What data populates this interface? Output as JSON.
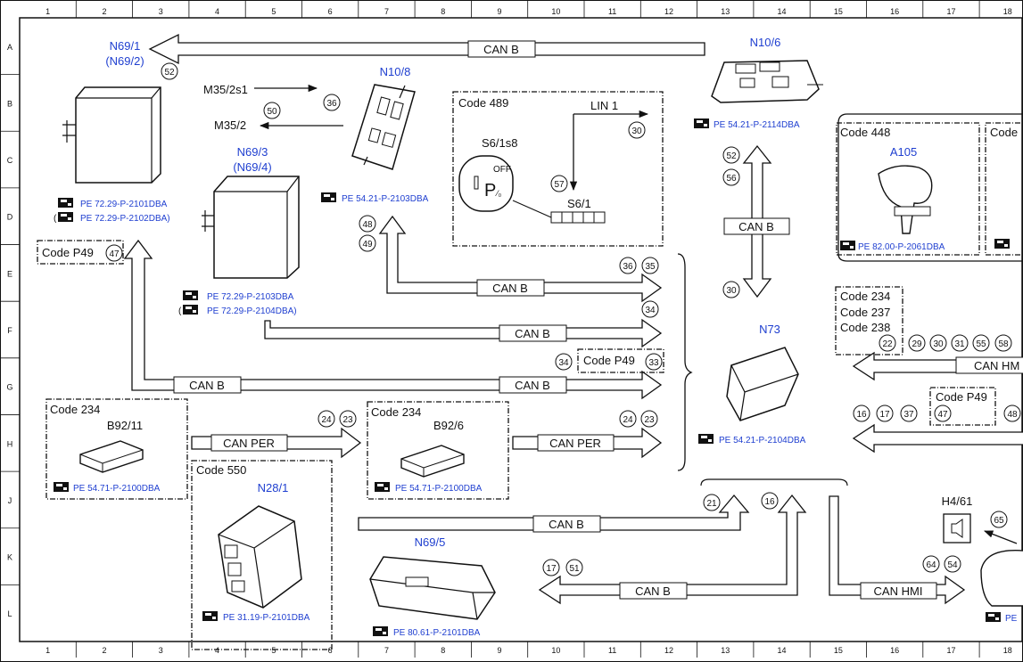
{
  "grid": {
    "cols": [
      "1",
      "2",
      "3",
      "4",
      "5",
      "6",
      "7",
      "8",
      "9",
      "10",
      "11",
      "12",
      "13",
      "14",
      "15",
      "16",
      "17",
      "18"
    ],
    "rows": [
      "A",
      "B",
      "C",
      "D",
      "E",
      "F",
      "G",
      "H",
      "J",
      "K",
      "L"
    ]
  },
  "components": {
    "n69_1": {
      "name": "N69/1",
      "alt": "(N69/2)",
      "refs": [
        "PE 72.29-P-2101DBA",
        "PE 72.29-P-2102DBA)"
      ]
    },
    "n69_3": {
      "name": "N69/3",
      "alt": "(N69/4)",
      "refs": [
        "PE 72.29-P-2103DBA",
        "PE 72.29-P-2104DBA)"
      ]
    },
    "n10_8": {
      "name": "N10/8",
      "ref": "PE 54.21-P-2103DBA"
    },
    "n10_6": {
      "name": "N10/6",
      "ref": "PE 54.21-P-2114DBA"
    },
    "a105": {
      "name": "A105",
      "ref": "PE 82.00-P-2061DBA"
    },
    "n73": {
      "name": "N73",
      "ref": "PE 54.21-P-2104DBA"
    },
    "b92_11": {
      "name": "B92/11",
      "ref": "PE 54.71-P-2100DBA"
    },
    "b92_6": {
      "name": "B92/6",
      "ref": "PE 54.71-P-2100DBA"
    },
    "n28_1": {
      "name": "N28/1",
      "ref": "PE 31.19-P-2101DBA"
    },
    "n69_5": {
      "name": "N69/5",
      "ref": "PE 80.61-P-2101DBA"
    },
    "h4_61": {
      "name": "H4/61",
      "ref": "PE"
    }
  },
  "codes": {
    "c489": "Code 489",
    "c448": "Code 448",
    "c448b": "Code",
    "cp49a": "Code P49",
    "cp49b": "Code P49",
    "cp49c": "Code P49",
    "c234a": "Code 234",
    "c234b": "Code 234",
    "c550": "Code 550",
    "c234c": "Code 234",
    "c237": "Code 237",
    "c238": "Code 238"
  },
  "switch": {
    "s6_1s8": "S6/1s8",
    "s6_1": "S6/1",
    "lin": "LIN 1",
    "off": "OFF",
    "p": "P",
    "p_sub": "⁄₀"
  },
  "signals": {
    "m35_2s1": "M35/2s1",
    "m35_2": "M35/2"
  },
  "buses": {
    "can_b": "CAN B",
    "can_per": "CAN PER",
    "can_hmi": "CAN HMI",
    "can_hm_partial": "CAN HM"
  },
  "refs_icon": "☞",
  "numbers": [
    "52",
    "50",
    "36",
    "48",
    "49",
    "47",
    "30",
    "57",
    "52",
    "56",
    "36",
    "35",
    "34",
    "34",
    "33",
    "30",
    "24",
    "23",
    "24",
    "23",
    "22",
    "29",
    "30",
    "31",
    "55",
    "58",
    "16",
    "17",
    "37",
    "47",
    "48",
    "21",
    "16",
    "17",
    "51",
    "64",
    "54",
    "65"
  ]
}
